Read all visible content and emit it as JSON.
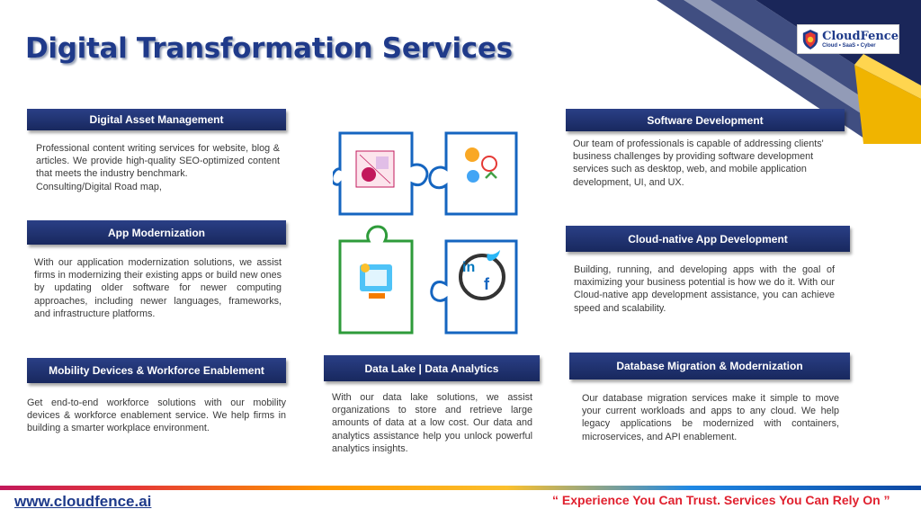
{
  "title": "Digital Transformation Services",
  "logo": {
    "name": "CloudFence",
    "tagline": "Cloud • SaaS • Cyber"
  },
  "sections": {
    "dam": {
      "heading": "Digital Asset Management",
      "body": "Professional content writing services for website, blog & articles. We provide high-quality SEO-optimized content that meets the industry benchmark.",
      "body2": "Consulting/Digital Road map,"
    },
    "software": {
      "heading": "Software Development",
      "body": "Our team of professionals is capable of addressing clients' business challenges by providing software development services such as desktop, web, and mobile application development, UI, and UX."
    },
    "app_mod": {
      "heading": "App Modernization",
      "body": "With our application modernization solutions, we assist firms in modernizing their existing apps or build new ones by updating older software for newer computing approaches, including newer languages, frameworks, and infrastructure platforms."
    },
    "cloud_native": {
      "heading": "Cloud-native App Development",
      "body": "Building, running, and developing apps with the goal of maximizing your business potential is how we do it. With our Cloud-native app development assistance, you can achieve speed and scalability."
    },
    "mobility": {
      "heading": "Mobility Devices & Workforce Enablement",
      "body": "Get end-to-end workforce solutions with our mobility devices & workforce enablement service. We help firms in building a smarter workplace environment."
    },
    "data_lake": {
      "heading": "Data Lake | Data Analytics",
      "body": "With our data lake solutions, we assist organizations to store and retrieve large amounts of data at a low cost. Our data and analytics assistance help you unlock powerful analytics insights."
    },
    "db_migration": {
      "heading": "Database Migration & Modernization",
      "body": "Our database migration services make it simple to move your current workloads and apps to any cloud. We help legacy applications be modernized with containers, microservices, and API enablement."
    }
  },
  "puzzle": {
    "social_li": "in",
    "social_f": "f"
  },
  "footer": {
    "url": "www.cloudfence.ai",
    "quote": "“ Experience You Can Trust. Services You Can Rely On ”"
  },
  "colors": {
    "navy": "#1f2f6b",
    "gold": "#f0b400",
    "red": "#e0212f",
    "puzzle_blue": "#1565c0",
    "puzzle_green": "#2e9b3a"
  }
}
